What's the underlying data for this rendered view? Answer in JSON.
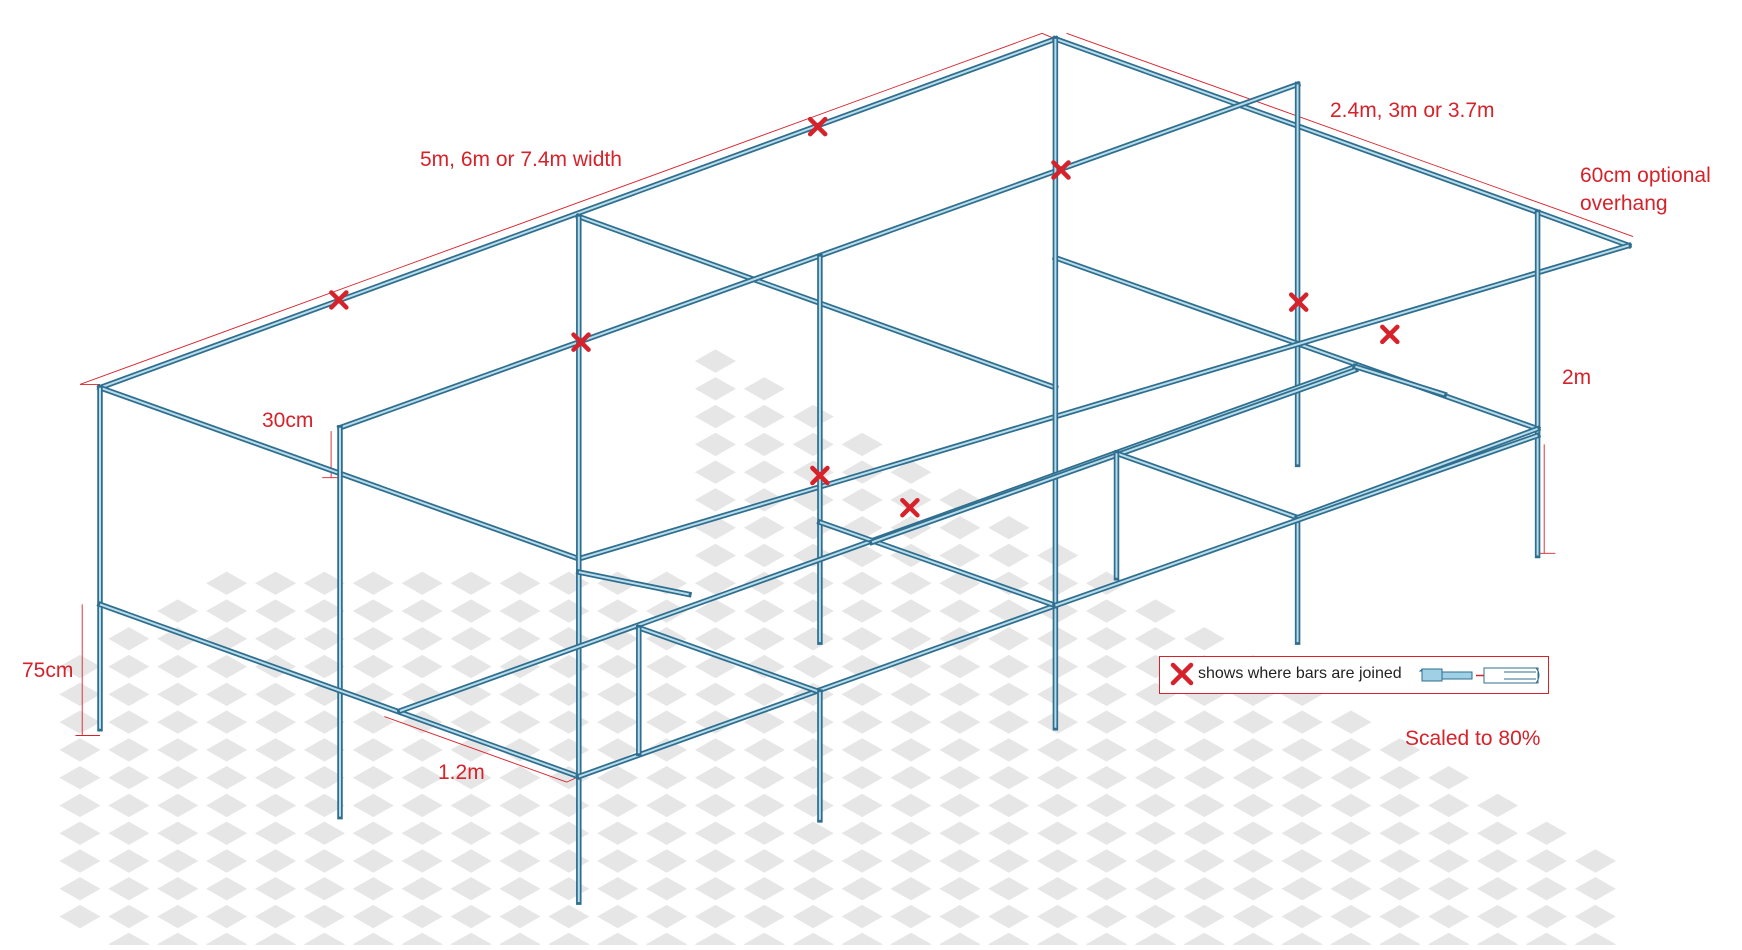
{
  "labels": {
    "width": "5m, 6m or 7.4m width",
    "depth": "2.4m, 3m or 3.7m",
    "overhang_line1": "60cm optional",
    "overhang_line2": "overhang",
    "height": "2m",
    "gap": "30cm",
    "table_height": "75cm",
    "table_depth": "1.2m",
    "scale": "Scaled to 80%"
  },
  "legend": {
    "text": "shows where bars are joined",
    "mark_icon": "red-x-icon",
    "joint_icon": "bar-join-icon"
  },
  "colors": {
    "frame": "#2f6e8e",
    "frame_highlight": "#b8dcea",
    "annotation": "#d6222a",
    "floor_tile": "#e6e6e6"
  }
}
